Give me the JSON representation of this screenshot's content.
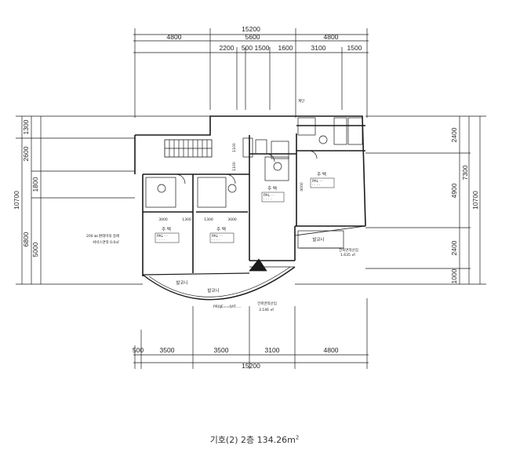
{
  "title_main": "기호(2) 2층 134.26m",
  "title_sup": "2",
  "top_dims": {
    "total": "15200",
    "row1": [
      "4800",
      "5600",
      "4800"
    ],
    "row2": [
      "2200",
      "500",
      "1500",
      "1600",
      "3100",
      "1500"
    ]
  },
  "bottom_dims": {
    "row1": [
      "500",
      "3500",
      "3500",
      "3100",
      "4800"
    ],
    "total": "15200"
  },
  "left_dims": {
    "outer": "10700",
    "mid": [
      "6800"
    ],
    "inner": [
      "1300",
      "2600",
      "1800",
      "5000"
    ]
  },
  "right_dims": {
    "outer": "10700",
    "mid": [
      "7300"
    ],
    "inner": [
      "2400",
      "4900",
      "2400",
      "1000"
    ]
  },
  "units": [
    {
      "name": "주 택",
      "rows": [
        "PAL  ·   ·",
        "· · ·  ·"
      ]
    },
    {
      "name": "주 택",
      "rows": [
        "PAL  ·   ·",
        "· · ·  ·"
      ]
    },
    {
      "name": "주 택",
      "rows": [
        "PAL  ·   ·",
        "· · ·  ·"
      ]
    },
    {
      "name": "주 택",
      "rows": [
        "PAL  ·   ·",
        "· · ·  ·"
      ]
    }
  ],
  "balcony_labels": [
    "발코니",
    "발코니",
    "발코니"
  ],
  "inner_dims": [
    "3000",
    "1300",
    "1300",
    "3000",
    "1100",
    "1100",
    "4000"
  ],
  "notes": {
    "left_note_1": "200 ㎜  판데미의 등에",
    "left_note_2": "서비스면적 0.0㎡",
    "area_note_1": "건축면적산입",
    "area_note_2": "3.146 ㎡",
    "area_note_3": "건축면적산입",
    "area_note_4": "1.635 ㎡",
    "bottom_note": "PR0JE==0AT.....",
    "stair_note": "계단"
  },
  "colors": {
    "line": "#1a1a1a",
    "background": "#ffffff"
  }
}
